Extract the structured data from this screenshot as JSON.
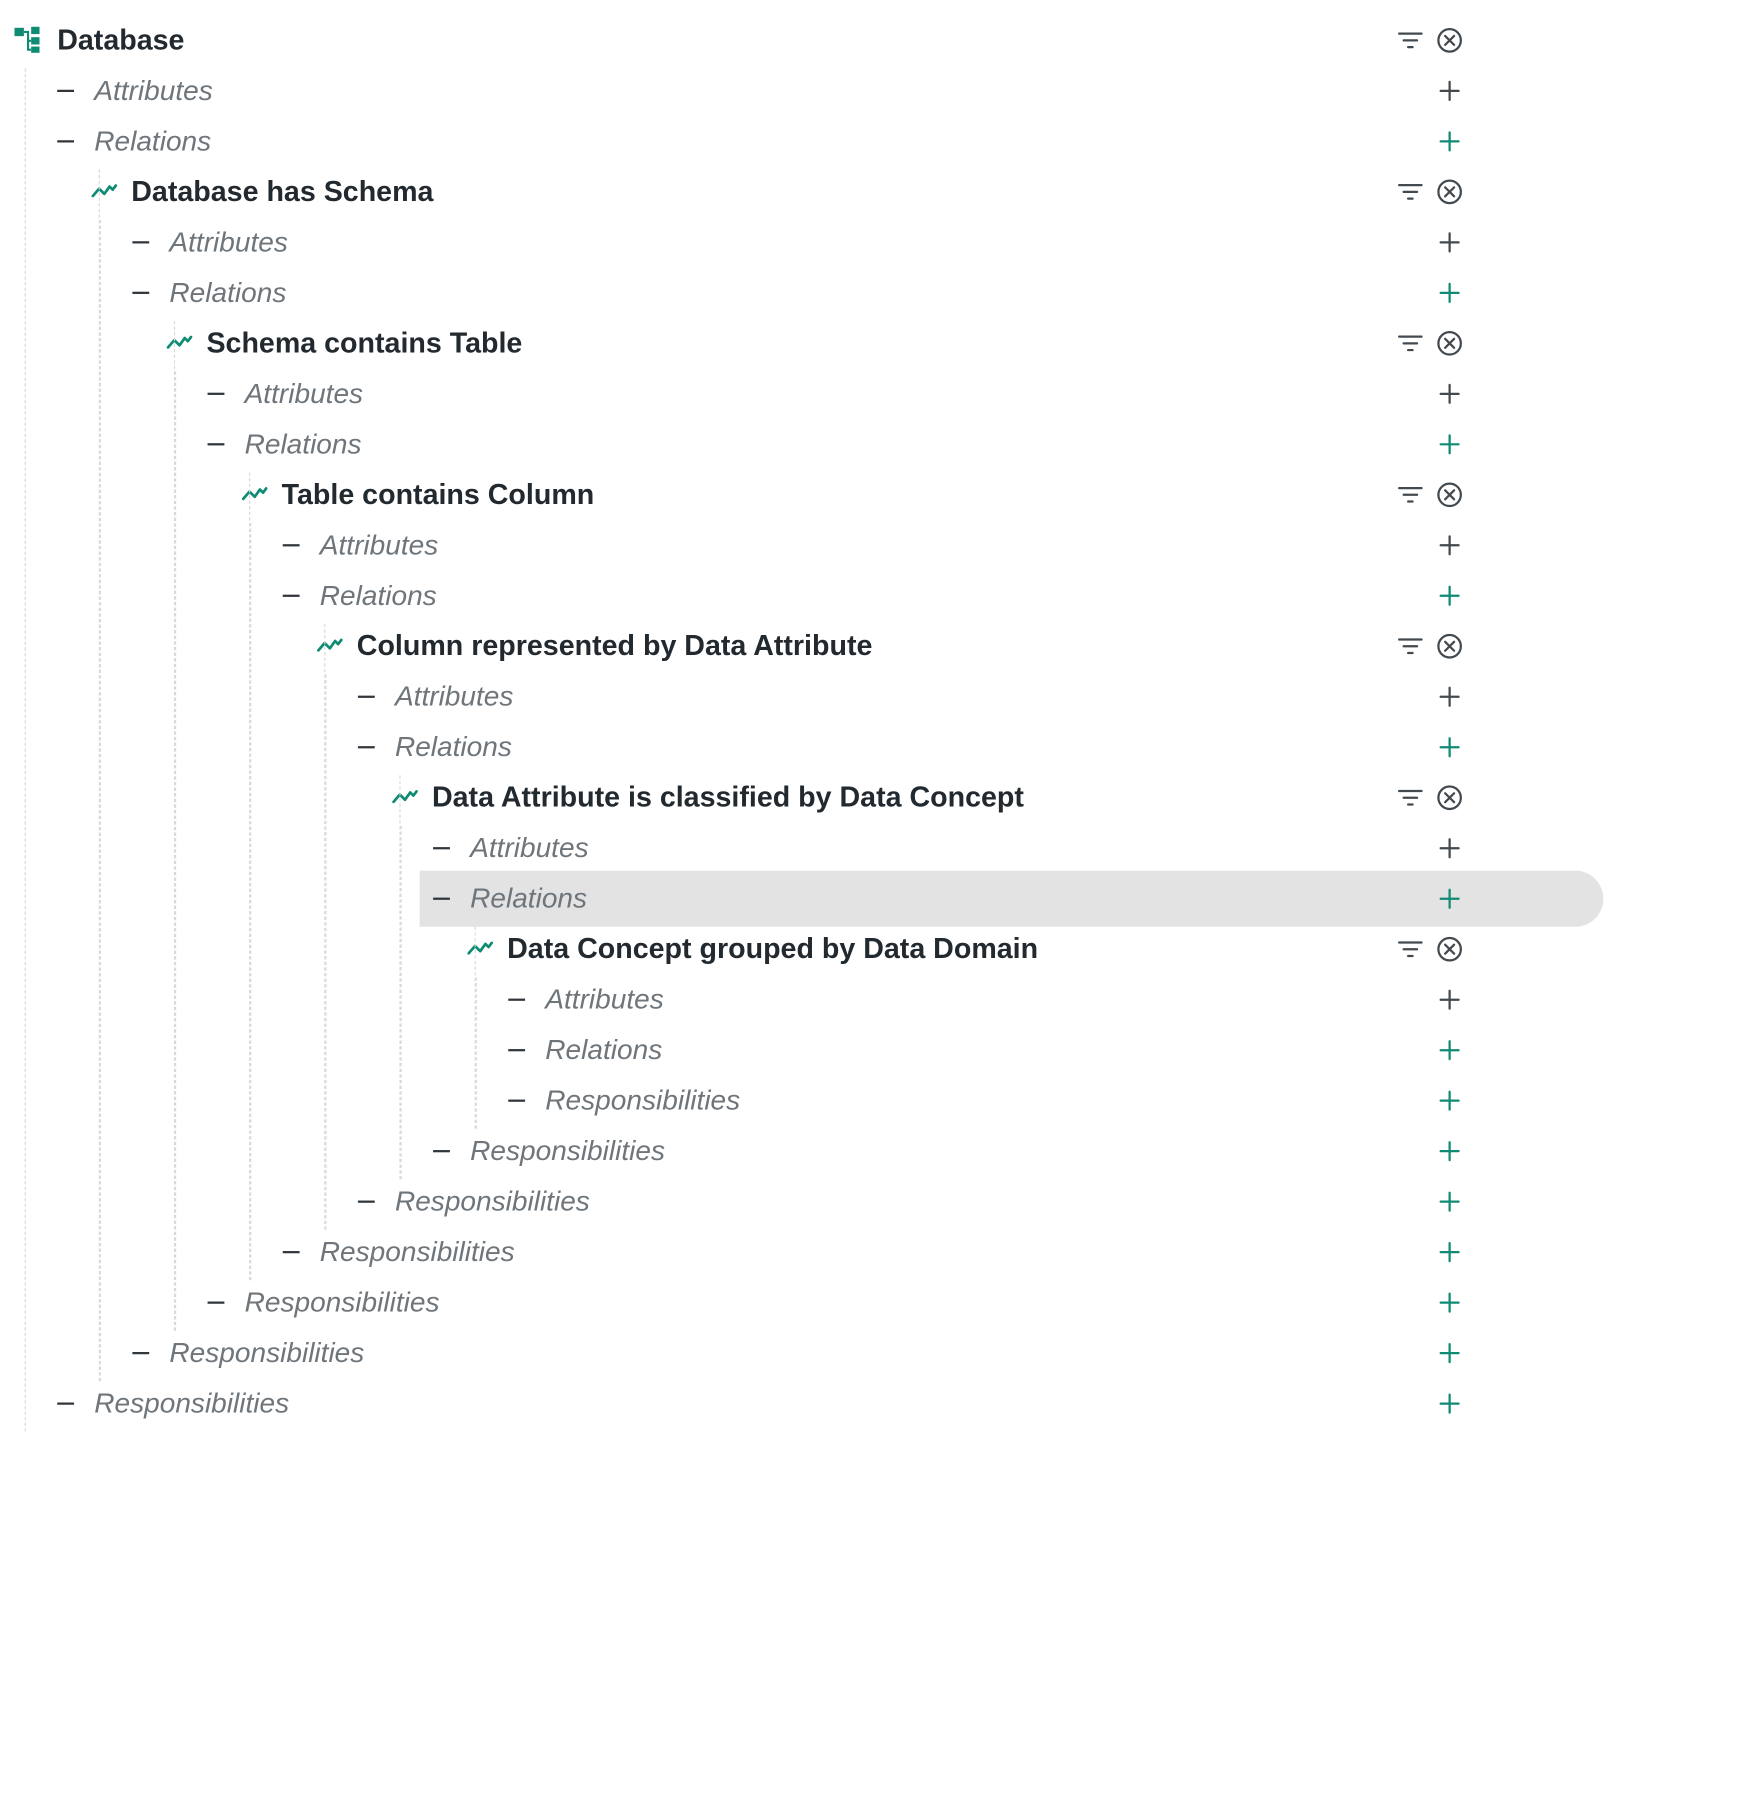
{
  "colors": {
    "accent": "#0f8b73",
    "icon_dark": "#42494f",
    "highlight": "#e3e3e3"
  },
  "icons": {
    "root": "hierarchy-icon",
    "relation": "relation-trend-icon",
    "filter": "filter-icon",
    "remove": "remove-circle-icon",
    "add": "plus-icon",
    "collapse": "collapse-dash-icon"
  },
  "tree": {
    "label": "Database",
    "attributes_label": "Attributes",
    "relations_label": "Relations",
    "responsibilities_label": "Responsibilities",
    "relations": [
      {
        "label": "Database has Schema",
        "attributes_label": "Attributes",
        "relations_label": "Relations",
        "responsibilities_label": "Responsibilities",
        "relations": [
          {
            "label": "Schema contains Table",
            "attributes_label": "Attributes",
            "relations_label": "Relations",
            "responsibilities_label": "Responsibilities",
            "relations": [
              {
                "label": "Table contains Column",
                "attributes_label": "Attributes",
                "relations_label": "Relations",
                "responsibilities_label": "Responsibilities",
                "relations": [
                  {
                    "label": "Column represented by Data Attribute",
                    "attributes_label": "Attributes",
                    "relations_label": "Relations",
                    "responsibilities_label": "Responsibilities",
                    "relations": [
                      {
                        "label": "Data Attribute is classified by Data Concept",
                        "attributes_label": "Attributes",
                        "relations_label": "Relations",
                        "responsibilities_label": "Responsibilities",
                        "relations_selected": true,
                        "relations": [
                          {
                            "label": "Data Concept grouped by Data Domain",
                            "attributes_label": "Attributes",
                            "relations_label": "Relations",
                            "responsibilities_label": "Responsibilities",
                            "relations": []
                          }
                        ]
                      }
                    ]
                  }
                ]
              }
            ]
          }
        ]
      }
    ]
  }
}
